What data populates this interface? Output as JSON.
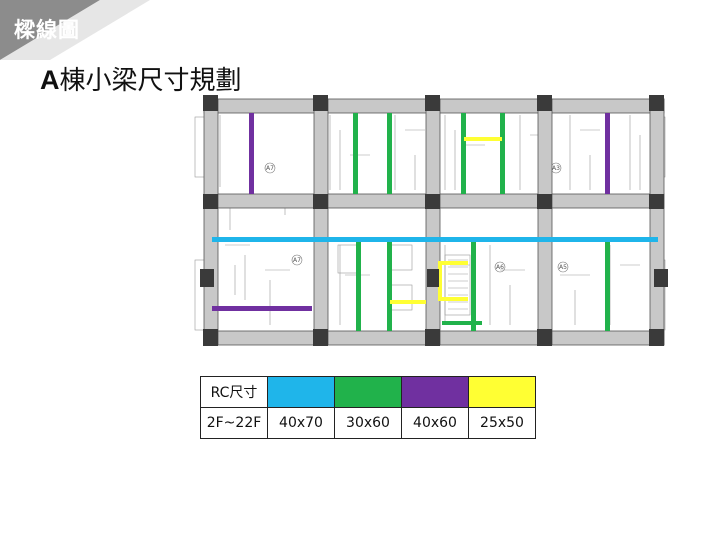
{
  "page": {
    "corner_label": "樑線圖",
    "title_prefix": "A",
    "title_rest": "棟小梁尺寸規劃"
  },
  "plan": {
    "unit_labels": [
      "A7",
      "A3",
      "A7",
      "A6",
      "A5"
    ]
  },
  "legend": {
    "header_label": "RC尺寸",
    "row_label": "2F~22F",
    "entries": [
      {
        "color": "#1fb5ea",
        "size": "40x70"
      },
      {
        "color": "#21b24b",
        "size": "30x60"
      },
      {
        "color": "#7030a0",
        "size": "40x60"
      },
      {
        "color": "#ffff33",
        "size": "25x50"
      }
    ]
  },
  "colors": {
    "corner_bg": "#8c8c8c",
    "beam_grey": "#c8c8c8",
    "column": "#3a3a3a"
  }
}
